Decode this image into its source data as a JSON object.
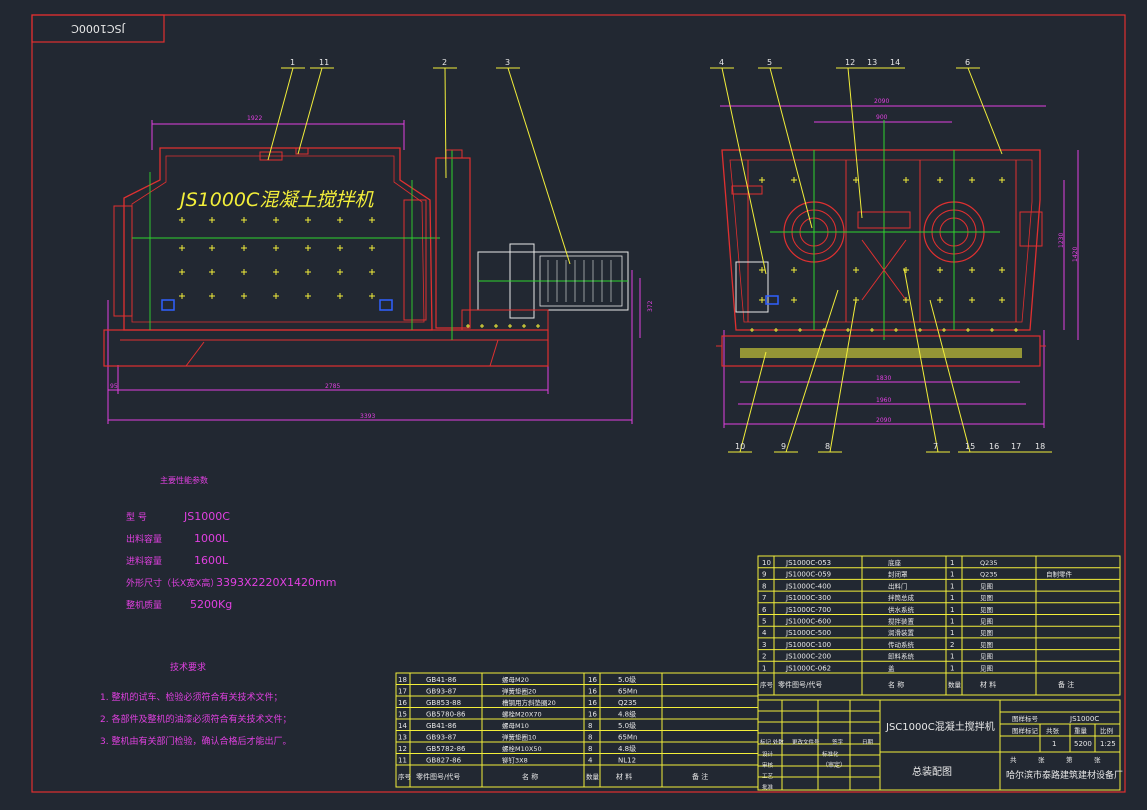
{
  "drawing": {
    "tag_code": "JSC1000C",
    "title_overlay": "JS1000C混凝土搅拌机",
    "colors": {
      "background": "#222832",
      "frame": "#e03030",
      "yellow": "#f2ee3a",
      "green": "#2fd52f",
      "magenta": "#e040e0",
      "cyan": "#2fd0e8",
      "white": "#e8e8e8",
      "blue": "#3060ff"
    }
  },
  "front_view": {
    "dims": {
      "top": "1922",
      "side": "372",
      "left_offset": "95",
      "mid": "2785",
      "total": "3393"
    }
  },
  "side_view": {
    "dims": {
      "top_width": "2090",
      "inner_top": "900",
      "right_outer": "1420",
      "right_inner": "1230",
      "bottom1": "1830",
      "bottom2": "1960",
      "bottom3": "2090"
    }
  },
  "callouts_top": [
    "1",
    "11",
    "2",
    "3",
    "4",
    "5",
    "12",
    "13",
    "14",
    "6"
  ],
  "callouts_bottom": [
    "10",
    "9",
    "8",
    "7",
    "15",
    "16",
    "17",
    "18"
  ],
  "specs": {
    "heading": "主要性能参数",
    "rows": [
      {
        "label": "型    号",
        "value": "JS1000C"
      },
      {
        "label": "出料容量",
        "value": "1000L"
      },
      {
        "label": "进料容量",
        "value": "1600L"
      },
      {
        "label": "外形尺寸（长X宽X高）",
        "value": "3393X2220X1420mm"
      },
      {
        "label": "整机质量",
        "value": "5200Kg"
      }
    ]
  },
  "tech_requirements": {
    "heading": "技术要求",
    "items": [
      "1.  整机的试车、检验必须符合有关技术文件；",
      "2.  各部件及整机的油漆必须符合有关技术文件；",
      "3.  整机由有关部门检验，确认合格后才能出厂。"
    ]
  },
  "parts_left": {
    "rows": [
      {
        "no": "18",
        "code": "GB41-86",
        "name": "螺母M20",
        "qty": "16",
        "mat": "5.0级"
      },
      {
        "no": "17",
        "code": "GB93-87",
        "name": "弹簧垫圈20",
        "qty": "16",
        "mat": "65Mn"
      },
      {
        "no": "16",
        "code": "GB853-88",
        "name": "槽钢用方斜垫圈20",
        "qty": "16",
        "mat": "Q235"
      },
      {
        "no": "15",
        "code": "GB5780-86",
        "name": "螺栓M20X70",
        "qty": "16",
        "mat": "4.8级"
      },
      {
        "no": "14",
        "code": "GB41-86",
        "name": "螺母M10",
        "qty": "8",
        "mat": "5.0级"
      },
      {
        "no": "13",
        "code": "GB93-87",
        "name": "弹簧垫圈10",
        "qty": "8",
        "mat": "65Mn"
      },
      {
        "no": "12",
        "code": "GB5782-86",
        "name": "螺栓M10X50",
        "qty": "8",
        "mat": "4.8级"
      },
      {
        "no": "11",
        "code": "GB827-86",
        "name": "铆钉3X8",
        "qty": "4",
        "mat": "NL12"
      }
    ],
    "header": {
      "no": "序号",
      "code": "零件图号/代号",
      "name": "名  称",
      "qty": "数量",
      "mat": "材  料",
      "note": "备  注"
    }
  },
  "parts_right": {
    "rows": [
      {
        "no": "10",
        "code": "JS1000C-053",
        "name": "底座",
        "qty": "1",
        "mat": "Q235",
        "note": ""
      },
      {
        "no": "9",
        "code": "JS1000C-059",
        "name": "封闭罩",
        "qty": "1",
        "mat": "Q235",
        "note": "自制零件"
      },
      {
        "no": "8",
        "code": "JS1000C-400",
        "name": "出料门",
        "qty": "1",
        "mat": "见图",
        "note": ""
      },
      {
        "no": "7",
        "code": "JS1000C-300",
        "name": "拌筒总成",
        "qty": "1",
        "mat": "见图",
        "note": ""
      },
      {
        "no": "6",
        "code": "JS1000C-700",
        "name": "供水系统",
        "qty": "1",
        "mat": "见图",
        "note": ""
      },
      {
        "no": "5",
        "code": "JS1000C-600",
        "name": "搅拌装置",
        "qty": "1",
        "mat": "见图",
        "note": ""
      },
      {
        "no": "4",
        "code": "JS1000C-500",
        "name": "润滑装置",
        "qty": "1",
        "mat": "见图",
        "note": ""
      },
      {
        "no": "3",
        "code": "JS1000C-100",
        "name": "传动系统",
        "qty": "2",
        "mat": "见图",
        "note": ""
      },
      {
        "no": "2",
        "code": "JS1000C-200",
        "name": "卸料系统",
        "qty": "1",
        "mat": "见图",
        "note": ""
      },
      {
        "no": "1",
        "code": "JS1000C-062",
        "name": "盖",
        "qty": "1",
        "mat": "见图",
        "note": ""
      }
    ],
    "header": {
      "no": "序号",
      "code": "零件图号/代号",
      "name": "名  称",
      "qty": "数量",
      "mat": "材  料",
      "note": "备  注"
    }
  },
  "title_block": {
    "product": "JSC1000C混凝土搅拌机",
    "drawing_name": "总装配图",
    "company": "哈尔滨市泰路建筑建材设备厂",
    "drawing_no_label": "图样标号",
    "drawing_no": "JS1000C",
    "mark_label": "图样标记",
    "weight_label": "重量",
    "scale_label": "比例",
    "sheets_label": "共张",
    "sheet_no": "1",
    "weight": "5200",
    "scale": "1:25",
    "sheet_labels": [
      "共",
      "张",
      "第",
      "张"
    ],
    "sign_rows": [
      "标记 处数",
      "更改文件号",
      "签字",
      "日期",
      "设计",
      "标准化",
      "审核",
      "工艺",
      "批准"
    ],
    "date_note": "（审定）"
  }
}
